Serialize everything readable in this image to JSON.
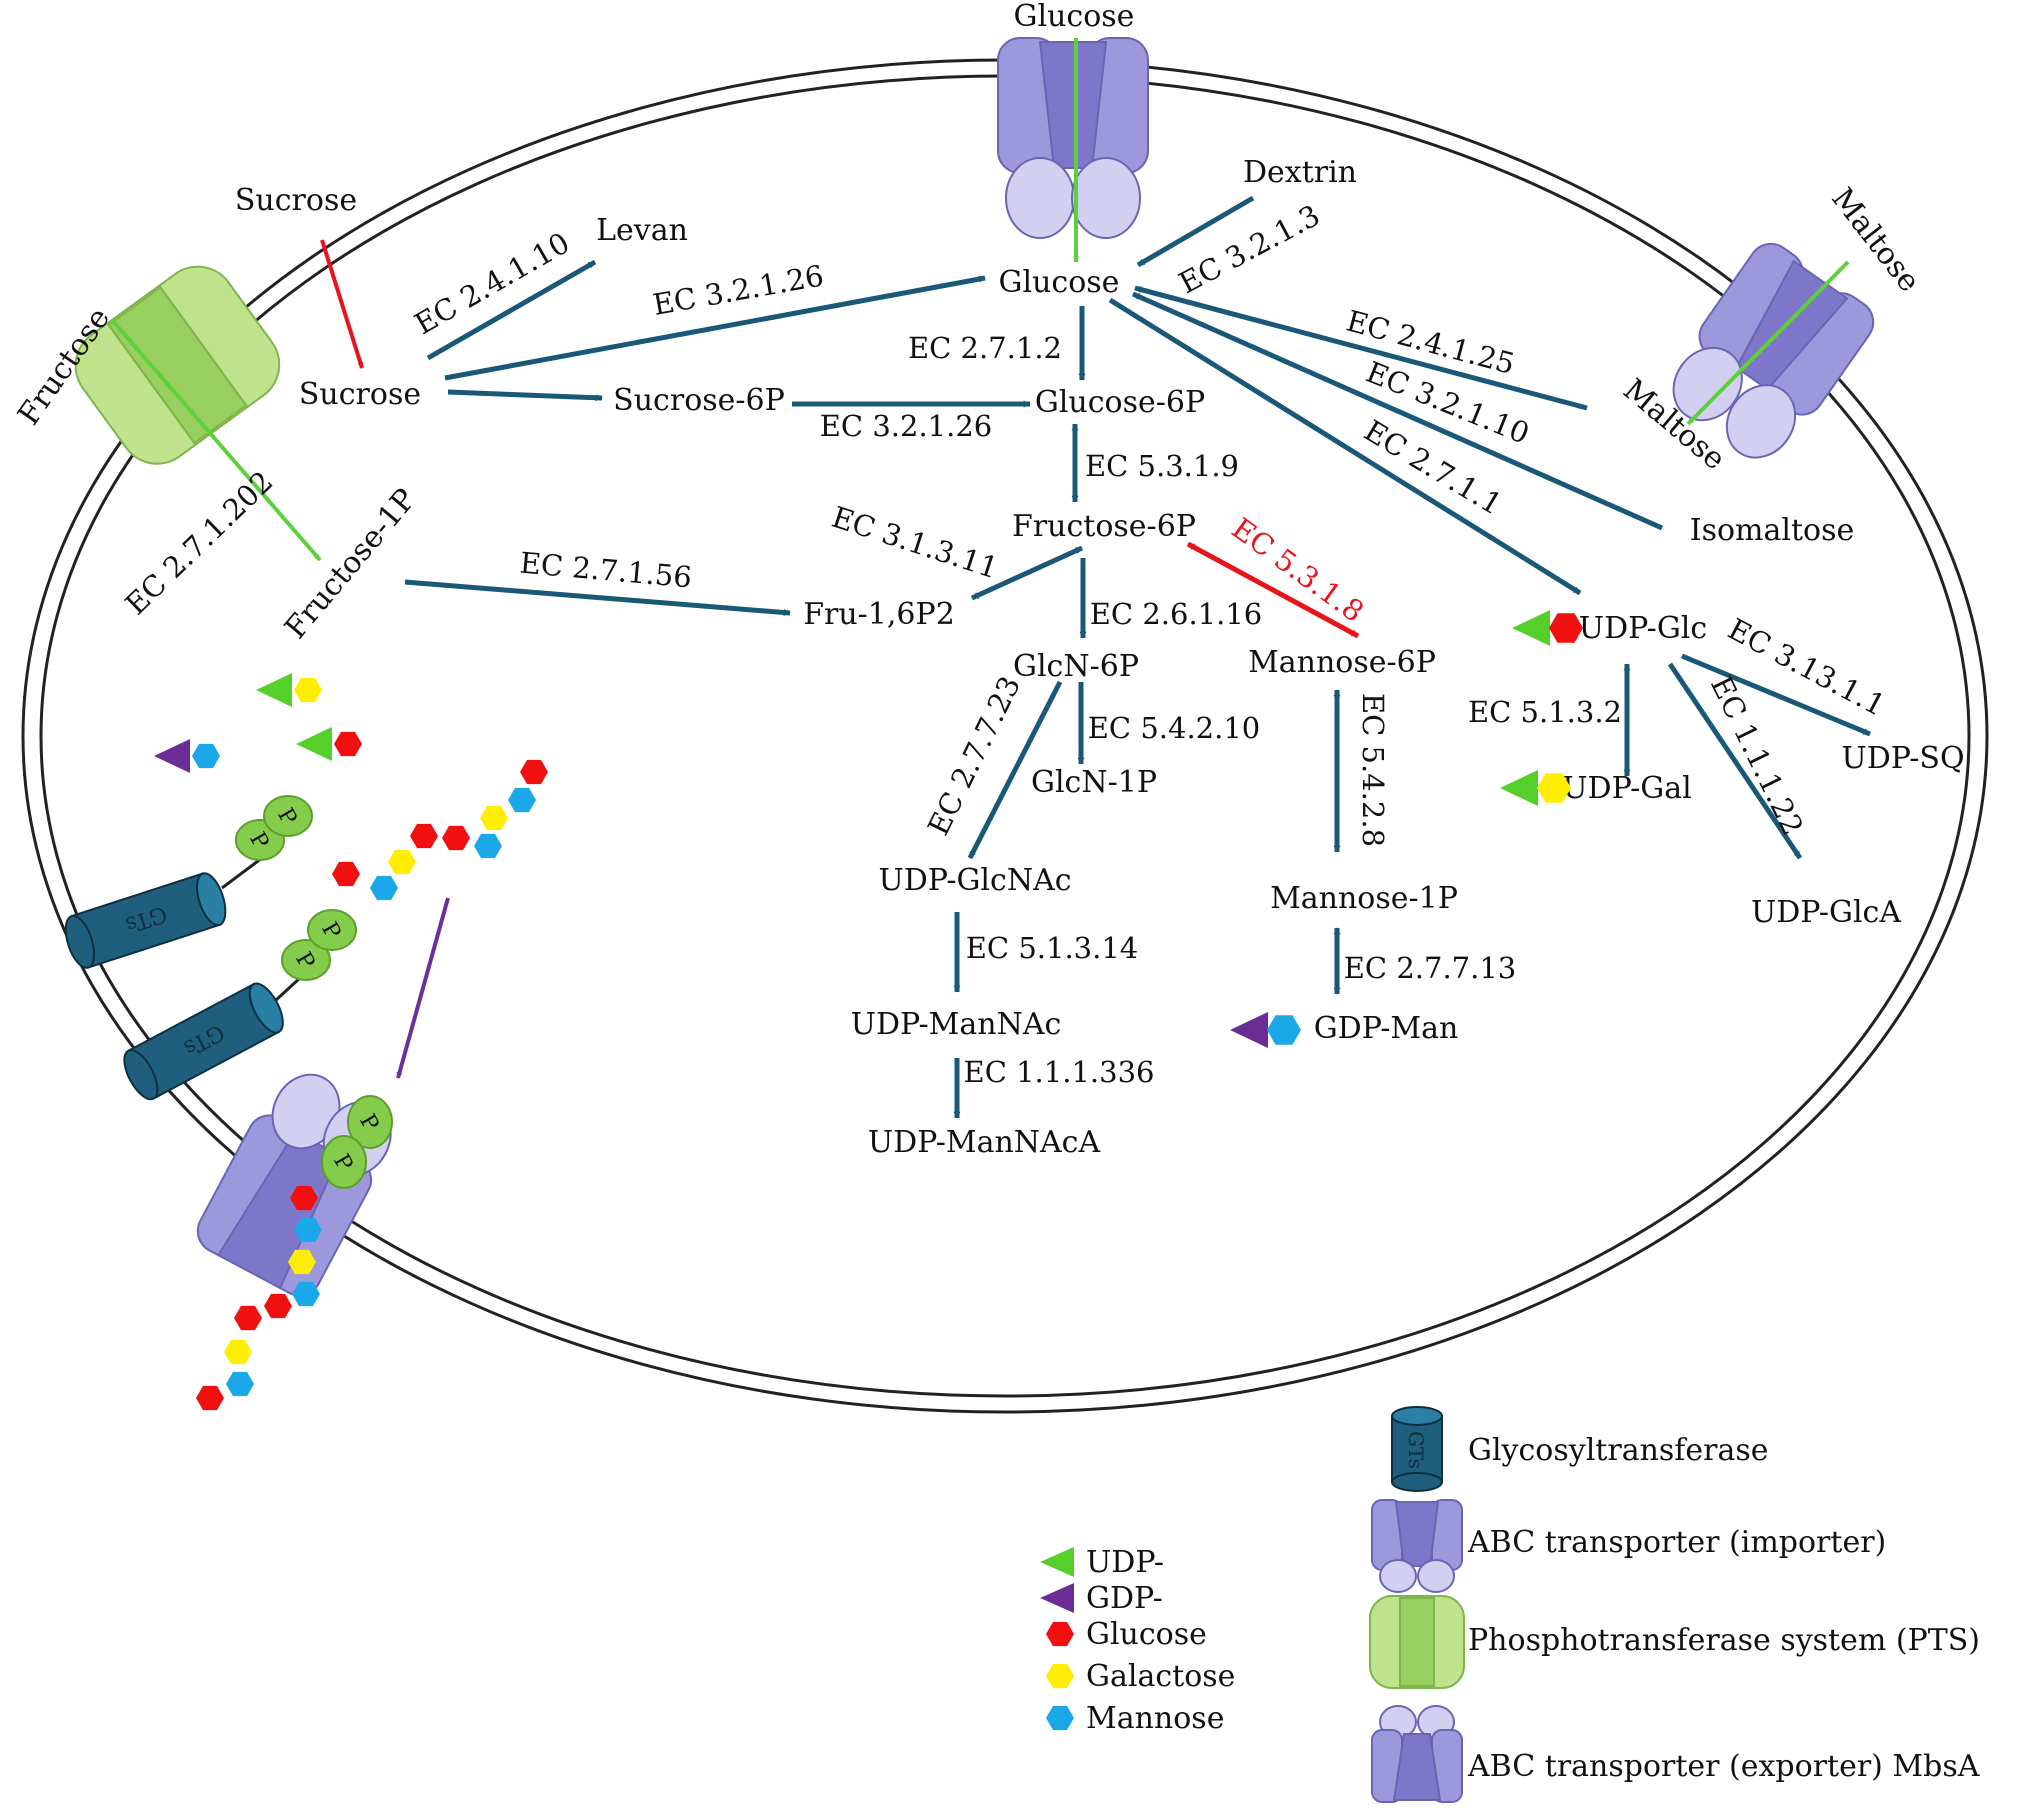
{
  "colors": {
    "pathway": "#1a5878",
    "highlight": "#e8131b",
    "transport_arrow": "#5cd13b",
    "export_arrow": "#6b2fa0",
    "abc_purple": "#9d98db",
    "abc_light": "#c8c4ec",
    "pts_green": "#bfe28c",
    "pts_green_dark": "#98cf5e",
    "gts_blue": "#1f5e7c",
    "glucose_red": "#f01010",
    "galactose_yellow": "#ffee00",
    "mannose_blue": "#1aa8e8",
    "udp_green": "#55cf2a",
    "gdp_purple": "#6a2c95",
    "phosphate_green": "#86cc4c"
  },
  "metabolites": {
    "glucose_outside": "Glucose",
    "sucrose_outside": "Sucrose",
    "fructose_outside": "Fructose",
    "maltose_outside": "Maltose",
    "dextrin": "Dextrin",
    "glucose": "Glucose",
    "levan": "Levan",
    "sucrose": "Sucrose",
    "sucrose_6p": "Sucrose-6P",
    "glucose_6p": "Glucose-6P",
    "maltose": "Maltose",
    "isomaltose": "Isomaltose",
    "fructose_6p": "Fructose-6P",
    "fructose_1p": "Fructose-1P",
    "fru_16p2": "Fru-1,6P2",
    "glcn_6p": "GlcN-6P",
    "mannose_6p": "Mannose-6P",
    "udp_glc": "UDP-Glc",
    "glcn_1p": "GlcN-1P",
    "udp_glcnac": "UDP-GlcNAc",
    "udp_mannac": "UDP-ManNAc",
    "udp_mannaca": "UDP-ManNAcA",
    "mannose_1p": "Mannose-1P",
    "gdp_man": "GDP-Man",
    "udp_gal": "UDP-Gal",
    "udp_sq": "UDP-SQ",
    "udp_glca": "UDP-GlcA"
  },
  "enzymes": {
    "ec_2_4_1_10": "EC 2.4.1.10",
    "ec_3_2_1_26_a": "EC 3.2.1.26",
    "ec_3_2_1_26_b": "EC 3.2.1.26",
    "ec_2_7_1_2": "EC 2.7.1.2",
    "ec_3_2_1_3": "EC 3.2.1.3",
    "ec_2_4_1_25": "EC 2.4.1.25",
    "ec_3_2_1_10": "EC 3.2.1.10",
    "ec_2_7_1_1": "EC 2.7.1.1",
    "ec_2_7_1_202": "EC 2.7.1.202",
    "ec_5_3_1_9": "EC 5.3.1.9",
    "ec_3_1_3_11": "EC 3.1.3.11",
    "ec_2_7_1_56": "EC 2.7.1.56",
    "ec_5_3_1_8": "EC 5.3.1.8",
    "ec_2_6_1_16": "EC 2.6.1.16",
    "ec_2_7_7_23": "EC 2.7.7.23",
    "ec_5_4_2_10": "EC 5.4.2.10",
    "ec_5_4_2_8": "EC 5.4.2.8",
    "ec_5_1_3_14": "EC 5.1.3.14",
    "ec_1_1_1_336": "EC 1.1.1.336",
    "ec_2_7_7_13": "EC 2.7.7.13",
    "ec_5_1_3_2": "EC 5.1.3.2",
    "ec_3_13_1_1": "EC 3.13.1.1",
    "ec_1_1_1_22": "EC 1.1.1.22"
  },
  "cartoon": {
    "gts_label": "GTs",
    "phosphate_label": "P"
  },
  "legend_sugars": {
    "udp": "UDP-",
    "gdp": "GDP-",
    "glucose": "Glucose",
    "galactose": "Galactose",
    "mannose": "Mannose"
  },
  "legend_proteins": {
    "glycosyltransferase": "Glycosyltransferase",
    "abc_importer": "ABC transporter (importer)",
    "pts": "Phosphotransferase system (PTS)",
    "abc_exporter": "ABC transporter (exporter) MbsA"
  }
}
